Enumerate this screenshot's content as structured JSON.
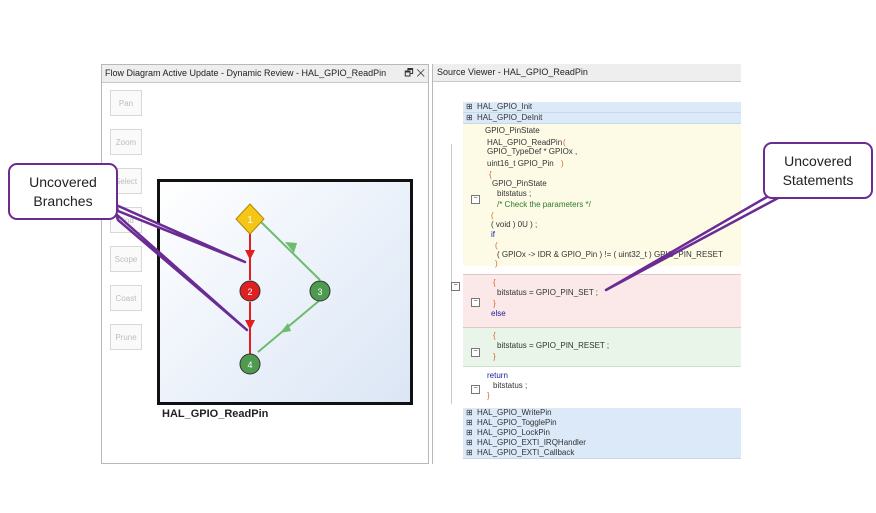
{
  "flow_panel": {
    "title": "Flow Diagram Active Update - Dynamic Review - HAL_GPIO_ReadPin",
    "restore_icon": "🗗",
    "close_icon": "✕",
    "tools": [
      "Pan",
      "Zoom",
      "Select",
      "Find",
      "Scope",
      "Coast",
      "Prune"
    ],
    "function_name": "HAL_GPIO_ReadPin",
    "nodes": [
      {
        "label": "1",
        "shape": "diamond",
        "color": "#f5c518"
      },
      {
        "label": "2",
        "shape": "circle",
        "color": "#e02020"
      },
      {
        "label": "3",
        "shape": "circle",
        "color": "#4e9a4e"
      },
      {
        "label": "4",
        "shape": "circle",
        "color": "#4e9a4e"
      }
    ],
    "uncovered_color": "#e02020",
    "covered_color": "#6dbb6d"
  },
  "source_panel": {
    "title": "Source Viewer - HAL_GPIO_ReadPin",
    "collapsed_top": [
      "HAL_GPIO_Init",
      "HAL_GPIO_DeInit"
    ],
    "collapsed_bottom": [
      "HAL_GPIO_WritePin",
      "HAL_GPIO_TogglePin",
      "HAL_GPIO_LockPin",
      "HAL_GPIO_EXTI_IRQHandler",
      "HAL_GPIO_EXTI_Callback"
    ],
    "expand_glyph": "⊞",
    "code": {
      "l1": "GPIO_PinState",
      "l2": "HAL_GPIO_ReadPin",
      "l2b": "(",
      "l3": "GPIO_TypeDef * GPIOx ,",
      "l4": "uint16_t GPIO_Pin",
      "l4b": ")",
      "l5": "{",
      "l6": "GPIO_PinState",
      "l7": "bitstatus ;",
      "l8": "/* Check the parameters */",
      "l9": "(",
      "l10a": "( void ) 0U ) ;",
      "l11": "if",
      "l12": "(",
      "l13": "( GPIOx -> IDR & GPIO_Pin ) != ( uint32_t ) GPIO_PIN_RESET",
      "l14": ")",
      "l15": "{",
      "l16": "bitstatus = GPIO_PIN_SET ;",
      "l17": "}",
      "l18": "else",
      "l19": "{",
      "l20": "bitstatus = GPIO_PIN_RESET ;",
      "l21": "}",
      "l22": "return",
      "l23": "bitstatus ;",
      "l24": "}"
    },
    "uncovered_bg": "#fbe8e8",
    "covered_bg": "#e8f5e8",
    "neutral_bg": "#fdfbe6"
  },
  "callouts": {
    "left": "Uncovered Branches",
    "right": "Uncovered Statements"
  }
}
